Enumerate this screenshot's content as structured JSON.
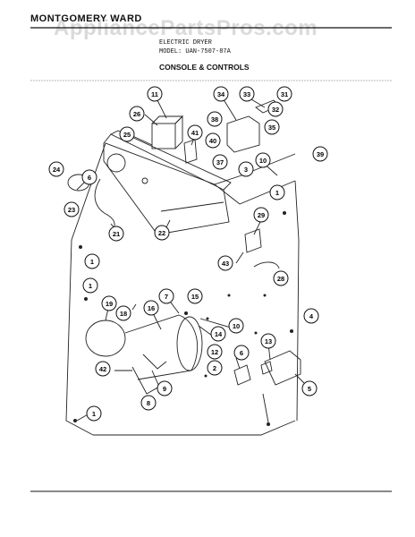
{
  "header": {
    "brand": "MONTGOMERY WARD",
    "watermark": "AppliancePartsPros.com",
    "product": "ELECTRIC DRYER",
    "model": "MODEL: UAN-7507-87A",
    "section": "CONSOLE & CONTROLS"
  },
  "callouts": [
    {
      "id": "c11",
      "label": "11"
    },
    {
      "id": "c34",
      "label": "34"
    },
    {
      "id": "c33",
      "label": "33"
    },
    {
      "id": "c31",
      "label": "31"
    },
    {
      "id": "c32",
      "label": "32"
    },
    {
      "id": "c26",
      "label": "26"
    },
    {
      "id": "c38",
      "label": "38"
    },
    {
      "id": "c35",
      "label": "35"
    },
    {
      "id": "c25",
      "label": "25"
    },
    {
      "id": "c41",
      "label": "41"
    },
    {
      "id": "c40",
      "label": "40"
    },
    {
      "id": "c37",
      "label": "37"
    },
    {
      "id": "c10a",
      "label": "10"
    },
    {
      "id": "c39",
      "label": "39"
    },
    {
      "id": "c3",
      "label": "3"
    },
    {
      "id": "c24",
      "label": "24"
    },
    {
      "id": "c6a",
      "label": "6"
    },
    {
      "id": "c1a",
      "label": "1"
    },
    {
      "id": "c23",
      "label": "23"
    },
    {
      "id": "c29",
      "label": "29"
    },
    {
      "id": "c21",
      "label": "21"
    },
    {
      "id": "c22",
      "label": "22"
    },
    {
      "id": "c1b",
      "label": "1"
    },
    {
      "id": "c43",
      "label": "43"
    },
    {
      "id": "c28",
      "label": "28"
    },
    {
      "id": "c1c",
      "label": "1"
    },
    {
      "id": "c7",
      "label": "7"
    },
    {
      "id": "c15",
      "label": "15"
    },
    {
      "id": "c19",
      "label": "19"
    },
    {
      "id": "c16",
      "label": "16"
    },
    {
      "id": "c18",
      "label": "18"
    },
    {
      "id": "c10b",
      "label": "10"
    },
    {
      "id": "c4",
      "label": "4"
    },
    {
      "id": "c14",
      "label": "14"
    },
    {
      "id": "c12",
      "label": "12"
    },
    {
      "id": "c13",
      "label": "13"
    },
    {
      "id": "c2",
      "label": "2"
    },
    {
      "id": "c6b",
      "label": "6"
    },
    {
      "id": "c42",
      "label": "42"
    },
    {
      "id": "c9",
      "label": "9"
    },
    {
      "id": "c5",
      "label": "5"
    },
    {
      "id": "c8",
      "label": "8"
    },
    {
      "id": "c1d",
      "label": "1"
    }
  ]
}
